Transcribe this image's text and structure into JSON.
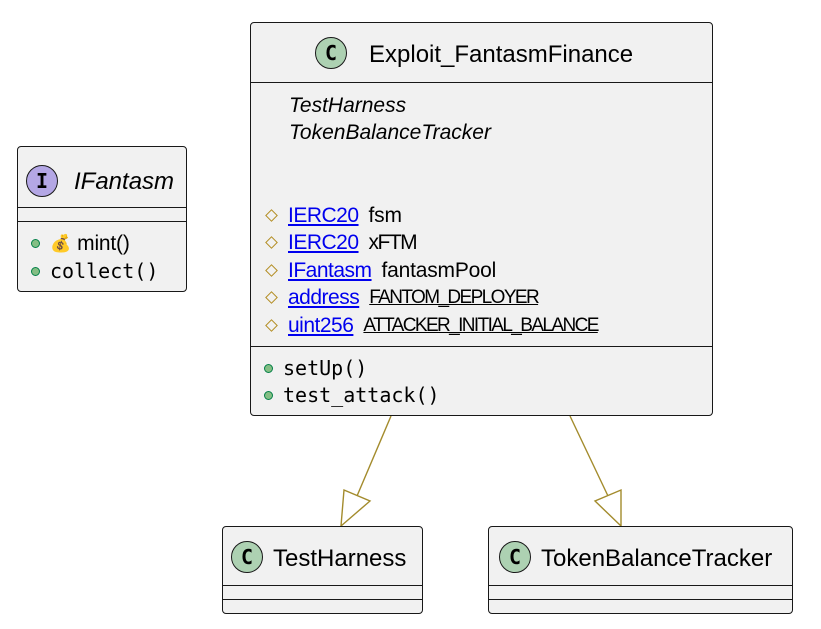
{
  "interface": {
    "stereotype": "I",
    "name": "IFantasm",
    "methods": [
      {
        "name": "mint()",
        "icon": "money-bag-icon"
      },
      {
        "name": "collect()"
      }
    ]
  },
  "main_class": {
    "stereotype": "C",
    "name": "Exploit_FantasmFinance",
    "parents_note": [
      "TestHarness",
      "TokenBalanceTracker"
    ],
    "fields": [
      {
        "type": "IERC20",
        "name": "fsm",
        "static": false
      },
      {
        "type": "IERC20",
        "name": "xFTM",
        "static": false
      },
      {
        "type": "IFantasm",
        "name": "fantasmPool",
        "static": false
      },
      {
        "type": "address",
        "name": "FANTOM_DEPLOYER",
        "static": true
      },
      {
        "type": "uint256",
        "name": "ATTACKER_INITIAL_BALANCE",
        "static": true
      }
    ],
    "methods": [
      "setUp()",
      "test_attack()"
    ]
  },
  "parents": [
    {
      "stereotype": "C",
      "name": "TestHarness"
    },
    {
      "stereotype": "C",
      "name": "TokenBalanceTracker"
    }
  ],
  "colors": {
    "class_bg": "#f1f1f1",
    "class_circle": "#add1b2",
    "interface_circle": "#b4a7e5",
    "arrow": "#a38b2c",
    "link": "#0000ee"
  }
}
